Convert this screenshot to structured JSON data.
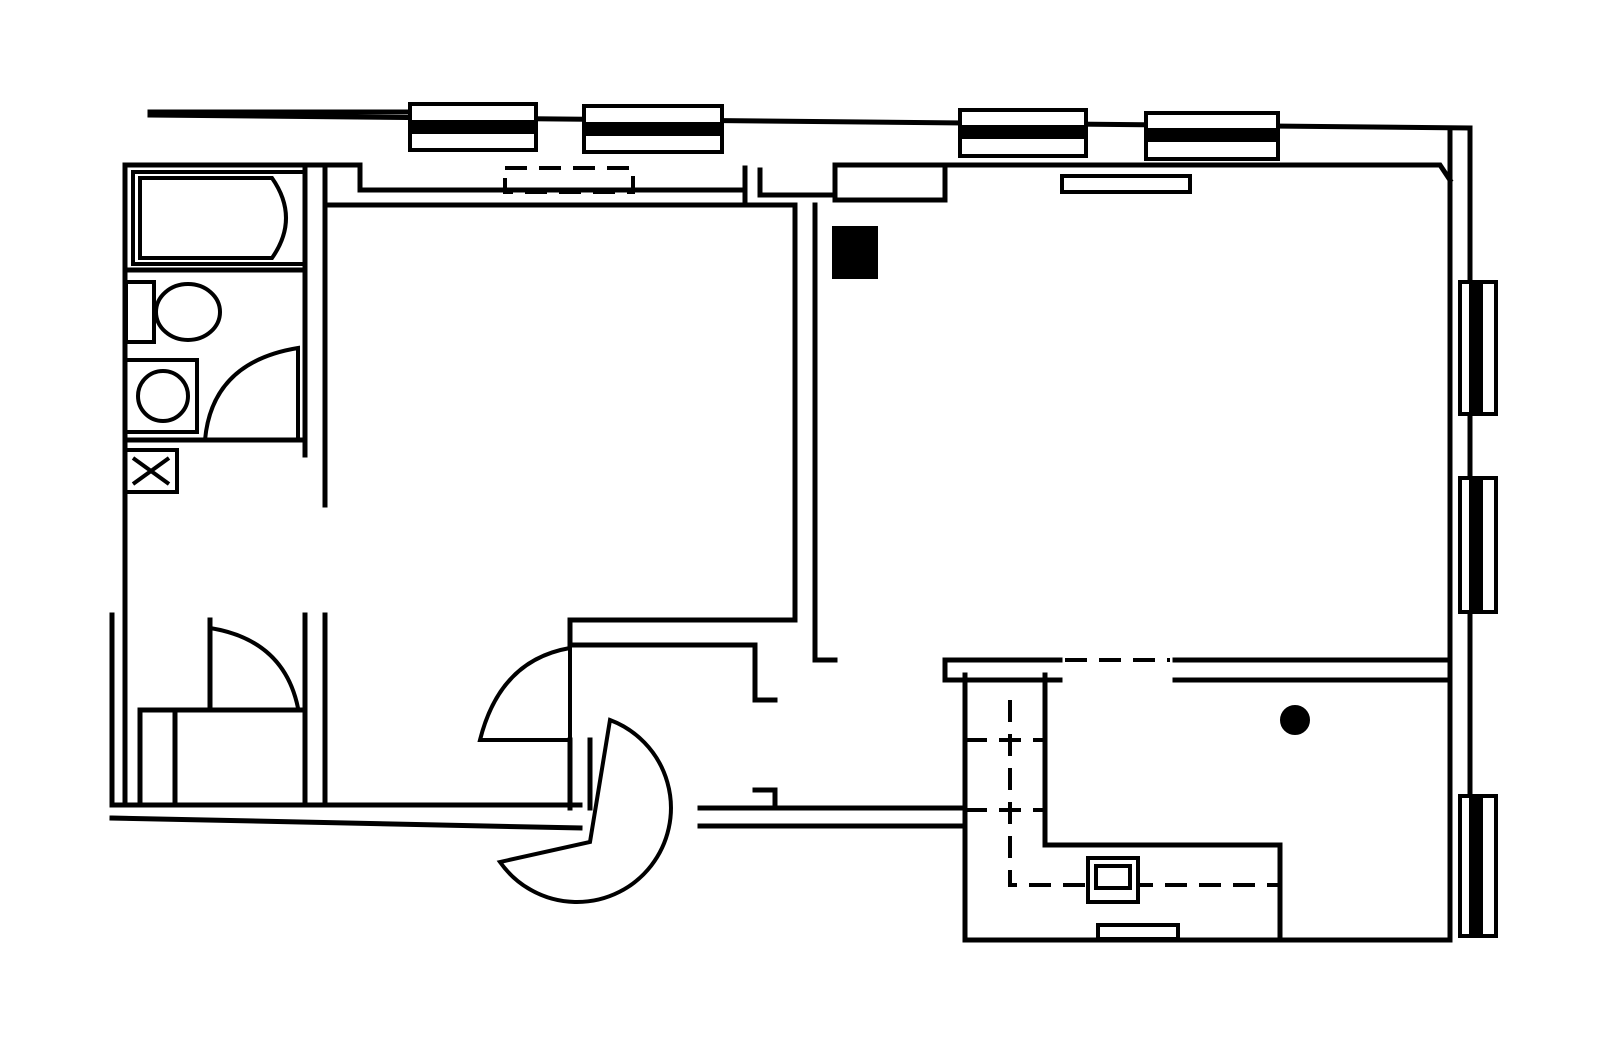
{
  "diagram": {
    "type": "floor-plan",
    "background": "#ffffff",
    "ink": "#000000",
    "rooms": [
      {
        "id": "bathroom"
      },
      {
        "id": "bedroom"
      },
      {
        "id": "living-room"
      },
      {
        "id": "kitchen"
      },
      {
        "id": "entry-hall"
      },
      {
        "id": "closet"
      }
    ],
    "fixtures": [
      {
        "id": "bathtub",
        "icon": "bathtub-icon"
      },
      {
        "id": "toilet",
        "icon": "toilet-icon"
      },
      {
        "id": "sink",
        "icon": "sink-icon"
      },
      {
        "id": "stove",
        "icon": "stove-icon"
      },
      {
        "id": "radiator",
        "icon": "radiator-icon"
      },
      {
        "id": "column",
        "icon": "column-icon"
      },
      {
        "id": "spiral-stair",
        "icon": "spiral-stair-icon"
      }
    ]
  }
}
